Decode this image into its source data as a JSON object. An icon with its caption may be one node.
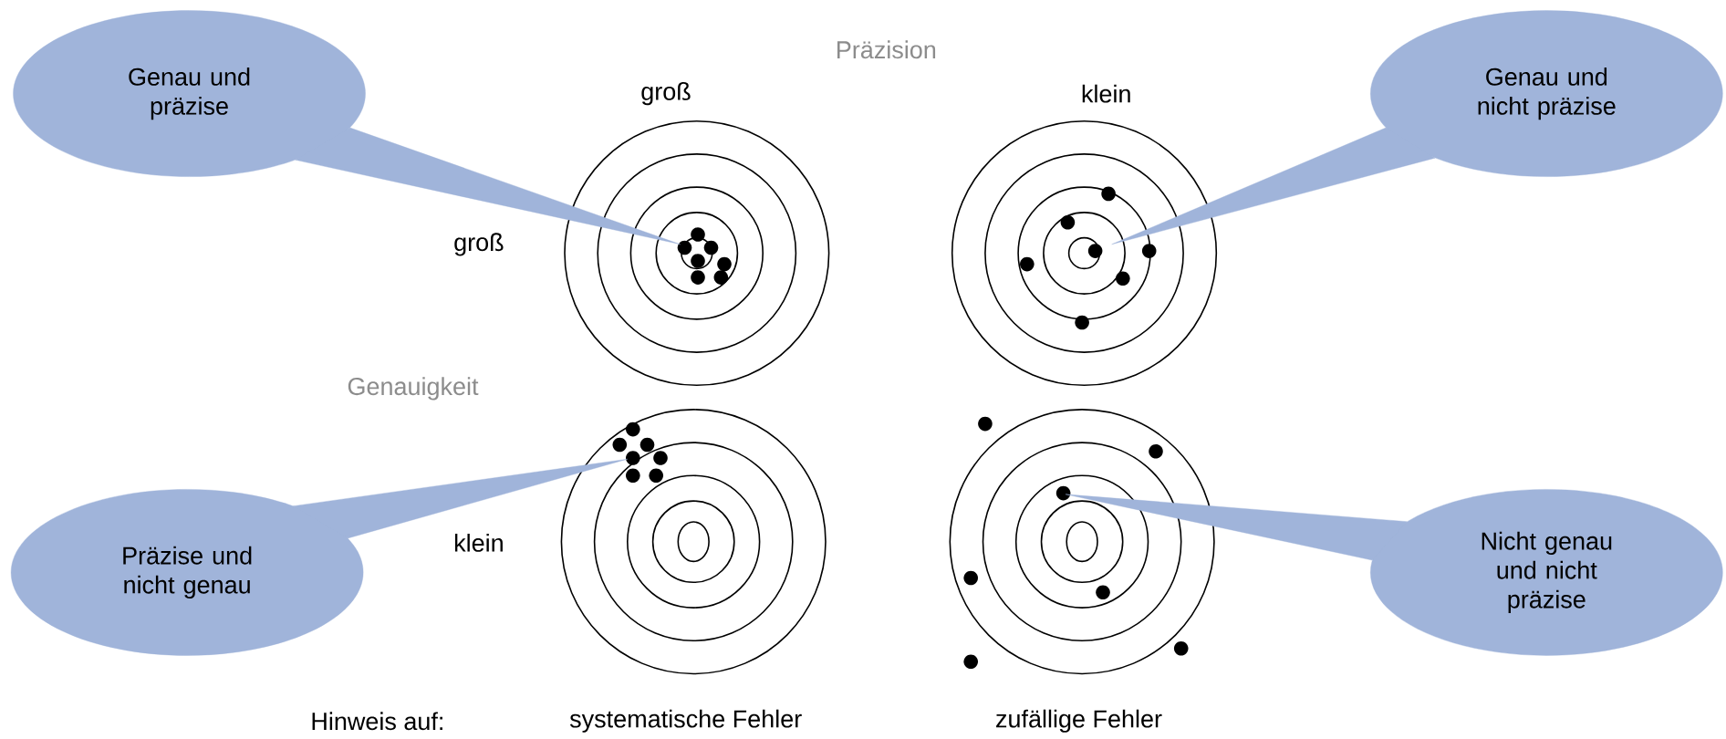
{
  "diagram": {
    "nodes": [
      {
        "text": [
          "Genau und präzise"
        ]
      },
      {
        "text": [
          "Genau und nicht präzise"
        ]
      },
      {
        "text": [
          "Präzise und nicht genau"
        ]
      },
      {
        "text": [
          "Nicht genau und nicht präzise"
        ]
      },
      {
        "text": [],
        "shape": "picture"
      },
      {
        "text": [],
        "shape": "picture"
      },
      {
        "text": [],
        "shape": "picture"
      },
      {
        "text": [],
        "shape": "picture"
      }
    ],
    "edges": [
      {
        "from": 0,
        "to": 4,
        "arrow": "none"
      },
      {
        "from": 1,
        "to": 5,
        "arrow": "none"
      },
      {
        "from": 2,
        "to": 6,
        "arrow": "none"
      },
      {
        "from": 3,
        "to": 7,
        "arrow": "none"
      }
    ],
    "labels": [
      "Präzision",
      "groß",
      "klein",
      "groß",
      "Genauigkeit",
      "klein",
      "Hinweis auf:",
      "systematische Fehler",
      "zufällige Fehler"
    ]
  }
}
